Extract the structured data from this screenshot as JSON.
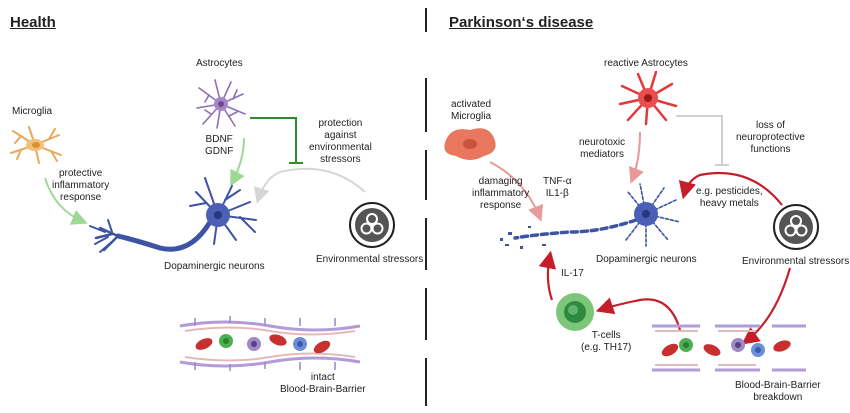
{
  "health": {
    "title": "Health",
    "microglia": "Microglia",
    "astrocytes": "Astrocytes",
    "factors": [
      "BDNF",
      "GDNF"
    ],
    "protective_response": [
      "protective",
      "inflammatory",
      "response"
    ],
    "protection": [
      "protection",
      "against",
      "environmental",
      "stressors"
    ],
    "neurons": "Dopaminergic neurons",
    "stressors": "Environmental stressors",
    "bbb": [
      "intact",
      "Blood-Brain-Barrier"
    ]
  },
  "pd": {
    "title": "Parkinson‘s disease",
    "microglia": [
      "activated",
      "Microglia"
    ],
    "astrocytes": "reactive Astrocytes",
    "neurotoxic": [
      "neurotoxic",
      "mediators"
    ],
    "loss": [
      "loss of",
      "neuroprotective",
      "functions"
    ],
    "damaging": [
      "damaging",
      "inflammatory",
      "response"
    ],
    "cytokines": [
      "TNF-α",
      "IL1-β"
    ],
    "pesticides": [
      "e.g. pesticides,",
      "heavy metals"
    ],
    "neurons": "Dopaminergic neurons",
    "stressors": "Environmental stressors",
    "il17": "IL-17",
    "tcells": [
      "T-cells",
      "(e.g. TH17)"
    ],
    "bbb": [
      "Blood-Brain-Barrier",
      "breakdown"
    ]
  },
  "colors": {
    "neuron": "#3d53a4",
    "green_arrow": "#8fcf86",
    "green_inhibit": "#2e8b2e",
    "red_arrow": "#c41e2a",
    "pink_arrow": "#e89a9a",
    "grey_line": "#cfcfcf",
    "astro_purple": "#8e6fb0",
    "astro_red": "#e03a3a",
    "microglia_orange": "#e8a85a",
    "microglia_salmon": "#e8775e",
    "tcell_green": "#5cb85c",
    "vessel_red": "#c8302f"
  },
  "icons": [
    "biohazard-icon",
    "neuron-icon",
    "astrocyte-icon",
    "microglia-icon",
    "t-cell-icon",
    "blood-vessel-icon"
  ]
}
